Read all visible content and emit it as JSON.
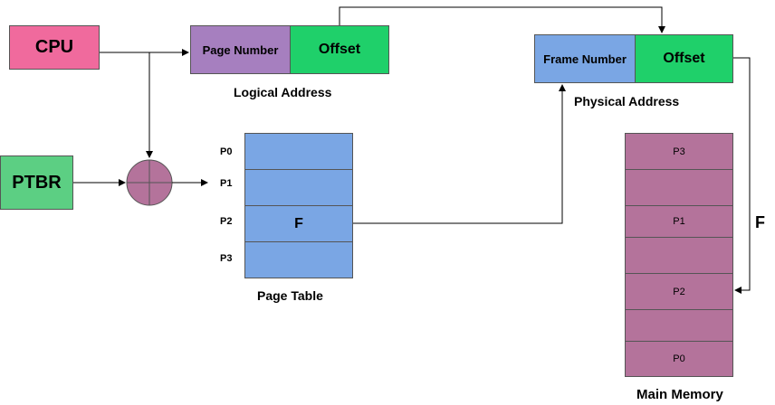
{
  "cpu": {
    "label": "CPU"
  },
  "ptbr": {
    "label": "PTBR"
  },
  "logical_address": {
    "page_number": "Page Number",
    "offset": "Offset",
    "caption": "Logical Address"
  },
  "physical_address": {
    "frame_number": "Frame Number",
    "offset": "Offset",
    "caption": "Physical Address"
  },
  "page_table": {
    "caption": "Page Table",
    "rows": [
      {
        "label": "P0",
        "value": ""
      },
      {
        "label": "P1",
        "value": ""
      },
      {
        "label": "P2",
        "value": "F"
      },
      {
        "label": "P3",
        "value": ""
      }
    ]
  },
  "main_memory": {
    "caption": "Main Memory",
    "frames": [
      "P3",
      "",
      "P1",
      "",
      "P2",
      "",
      "P0"
    ]
  },
  "frame_arrow_label": "F",
  "colors": {
    "cpu": "#f06a9d",
    "ptbr": "#5ccf83",
    "page_number": "#a67fbf",
    "offset": "#1fd06a",
    "frame_number": "#7aa6e4",
    "page_table": "#7aa6e4",
    "memory": "#b4739b",
    "adder": "#b4739b"
  }
}
